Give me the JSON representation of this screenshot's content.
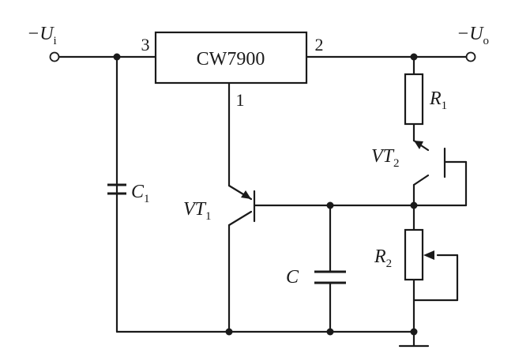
{
  "terminals": {
    "input": {
      "label": "−U",
      "sub": "i"
    },
    "output": {
      "label": "−U",
      "sub": "o"
    }
  },
  "regulator": {
    "name": "CW7900",
    "pin_in": "3",
    "pin_out": "2",
    "pin_common": "1"
  },
  "components": {
    "r1": {
      "label": "R",
      "sub": "1"
    },
    "r2": {
      "label": "R",
      "sub": "2"
    },
    "c": {
      "label": "C"
    },
    "c1": {
      "label": "C",
      "sub": "1"
    },
    "vt1": {
      "label": "VT",
      "sub": "1"
    },
    "vt2": {
      "label": "VT",
      "sub": "2"
    }
  },
  "colors": {
    "ink": "#1a1a1a",
    "paper": "#ffffff"
  }
}
